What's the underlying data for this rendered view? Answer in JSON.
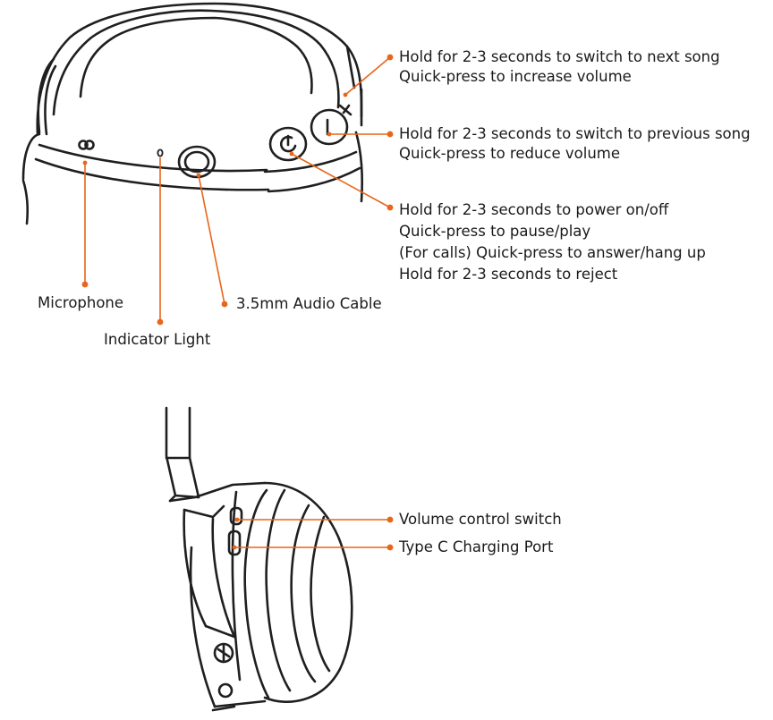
{
  "accent_color": "#e8651a",
  "line_color": "#1f1f1f",
  "top_view": {
    "volume_up": [
      "Hold for 2-3 seconds to switch to next song",
      "Quick-press to increase volume"
    ],
    "volume_down": [
      "Hold for 2-3 seconds to switch to previous song",
      "Quick-press to reduce volume"
    ],
    "power": [
      "Hold for 2-3 seconds to power on/off",
      "Quick-press to pause/play",
      "(For calls) Quick-press to answer/hang up",
      "Hold for 2-3 seconds to reject"
    ],
    "microphone": "Microphone",
    "indicator_light": "Indicator Light",
    "audio_cable": "3.5mm Audio Cable"
  },
  "side_view": {
    "volume_switch": "Volume control switch",
    "charging_port": "Type C Charging Port"
  }
}
